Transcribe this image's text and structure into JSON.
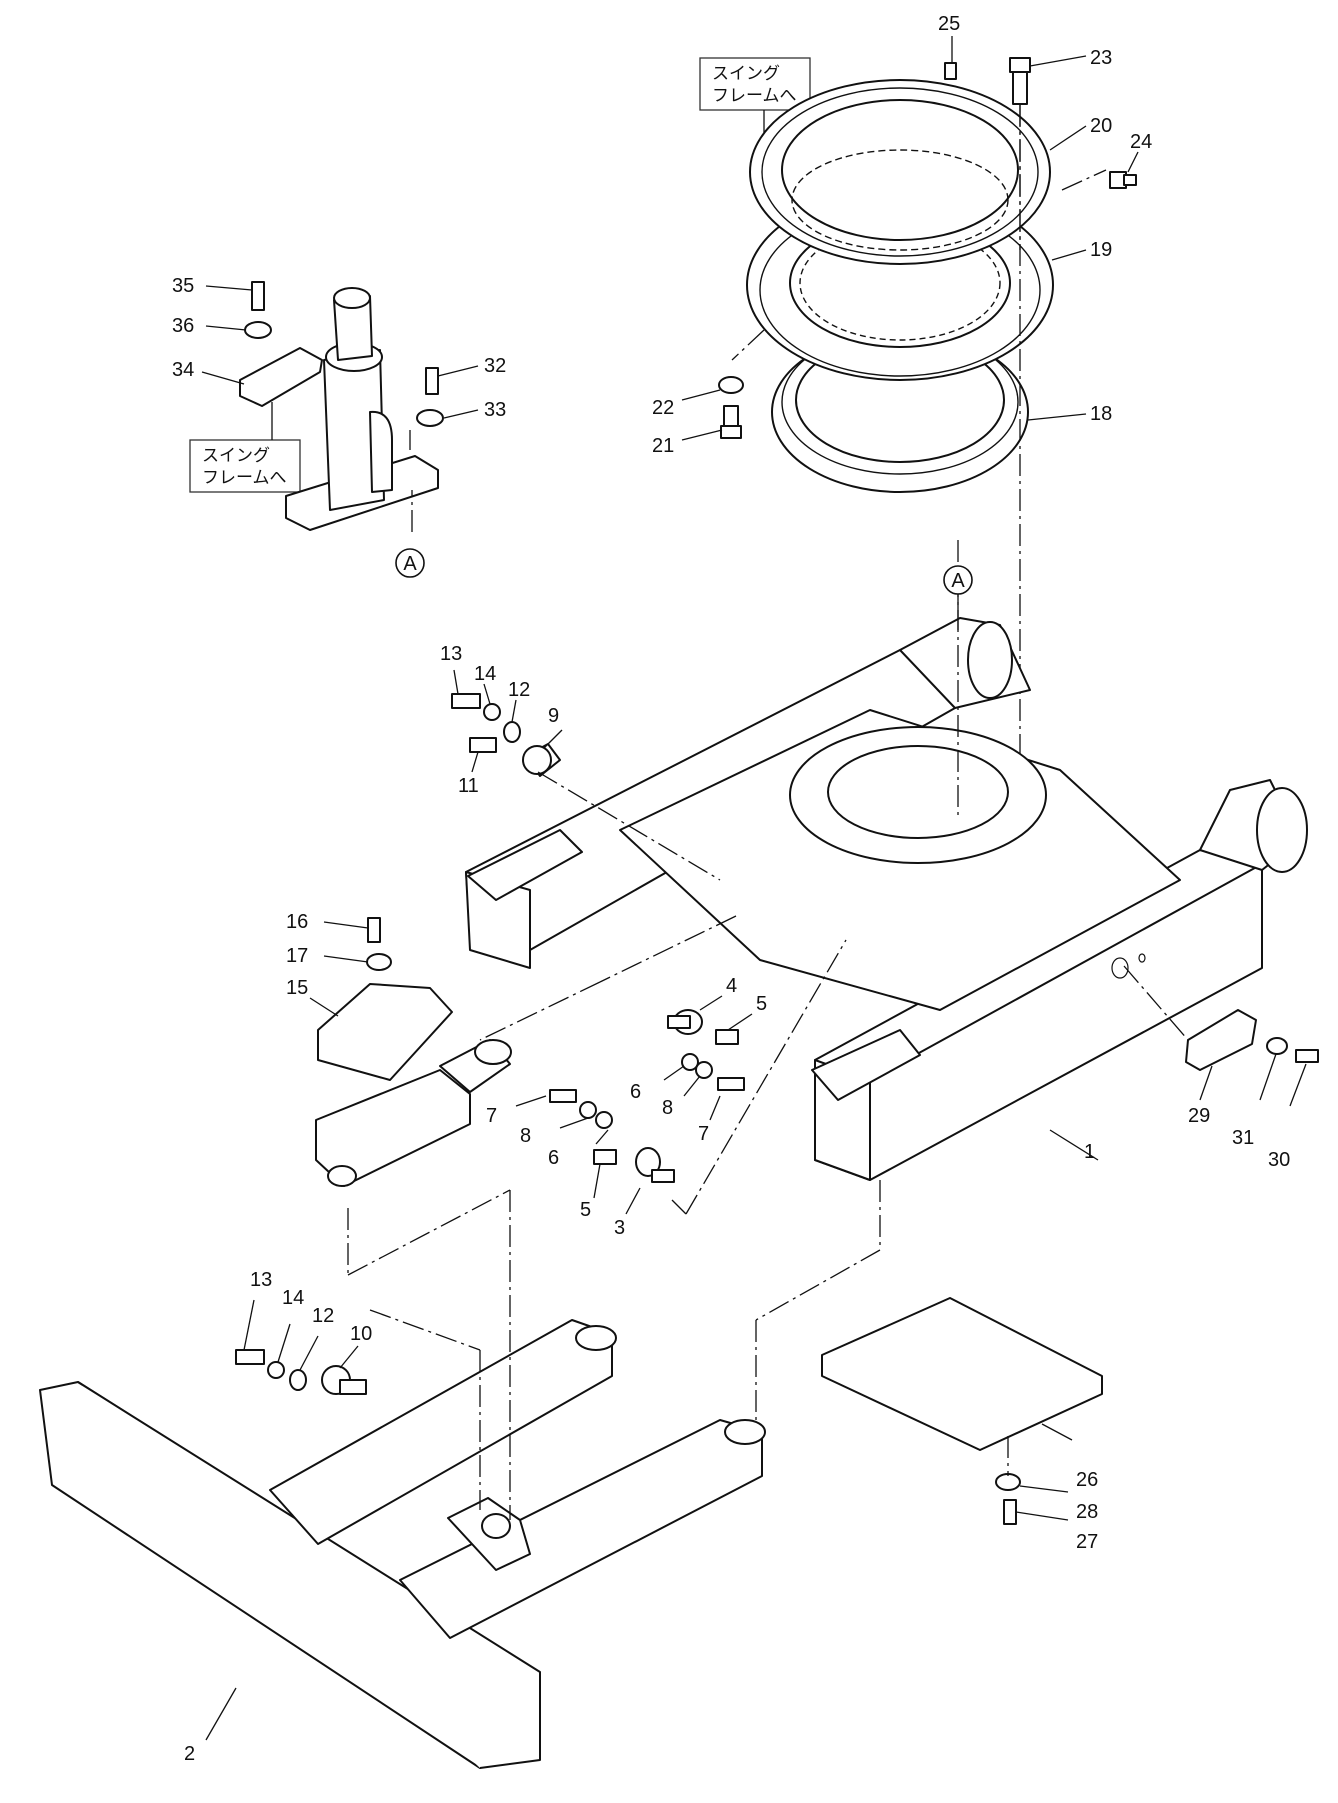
{
  "notes": {
    "swing_frame_top": [
      "スイング",
      "フレームへ"
    ],
    "swing_frame_left": [
      "スイング",
      "フレームへ"
    ]
  },
  "reference_markers": {
    "upper": "A",
    "lower": "A"
  },
  "callouts": {
    "c1": "1",
    "c2": "2",
    "c3": "3",
    "c4": "4",
    "c5a": "5",
    "c5b": "5",
    "c6a": "6",
    "c6b": "6",
    "c7a": "7",
    "c7b": "7",
    "c8a": "8",
    "c8b": "8",
    "c9": "9",
    "c10": "10",
    "c11": "11",
    "c12a": "12",
    "c12b": "12",
    "c13a": "13",
    "c13b": "13",
    "c14a": "14",
    "c14b": "14",
    "c15": "15",
    "c16": "16",
    "c17": "17",
    "c18": "18",
    "c19": "19",
    "c20": "20",
    "c21": "21",
    "c22": "22",
    "c23": "23",
    "c24": "24",
    "c25": "25",
    "c26": "26",
    "c27": "27",
    "c28": "28",
    "c29": "29",
    "c30": "30",
    "c31": "31",
    "c32": "32",
    "c33": "33",
    "c34": "34",
    "c35": "35",
    "c36": "36"
  }
}
